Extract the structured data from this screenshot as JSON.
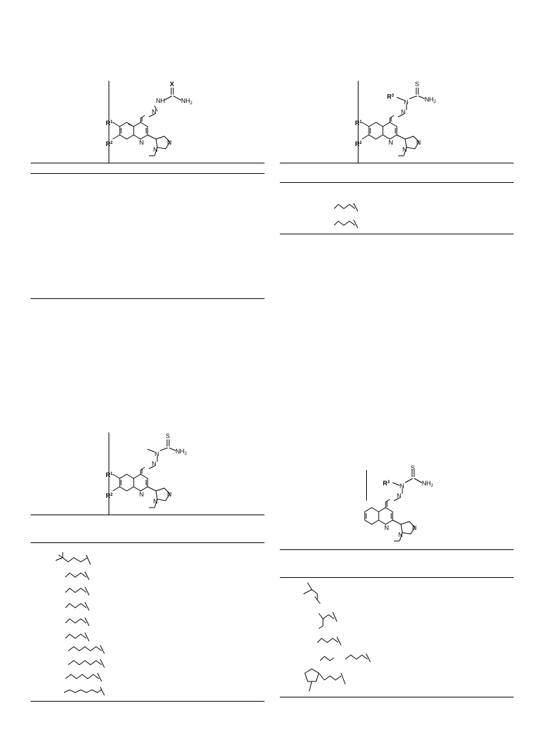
{
  "tables": [
    {
      "id": "table-top-left",
      "structure_labels": {
        "x": "X",
        "nh": "NH",
        "n": "N",
        "nh2": "NH",
        "nh2_sub": "2",
        "r1": "R",
        "r1_sup": "1",
        "r2": "R",
        "r2_sup": "2",
        "ring_n1": "N",
        "ring_n2": "N",
        "ring_n3": "N"
      }
    },
    {
      "id": "table-top-right",
      "structure_labels": {
        "s": "S",
        "r3": "R",
        "r3_sup": "3",
        "n1": "N",
        "n2": "N",
        "nh2": "NH",
        "nh2_sub": "2",
        "r1": "R",
        "r1_sup": "1",
        "r2": "R",
        "r2_sup": "2",
        "ring_n1": "N",
        "ring_n2": "N",
        "ring_n3": "N"
      }
    },
    {
      "id": "table-bottom-left",
      "structure_labels": {
        "s": "S",
        "n1": "N",
        "n2": "N",
        "nh2": "NH",
        "nh2_sub": "2",
        "r1": "R",
        "r1_sup": "1",
        "r2": "R",
        "r2_sup": "2",
        "ring_n1": "N",
        "ring_n2": "N",
        "ring_n3": "N"
      }
    },
    {
      "id": "table-bottom-right",
      "structure_labels": {
        "s": "S",
        "r3": "R",
        "r3_sup": "3",
        "n1": "N",
        "n2": "N",
        "nh2": "NH",
        "nh2_sub": "2",
        "ring_n1": "N",
        "ring_n2": "N",
        "ring_n3": "N"
      }
    }
  ]
}
